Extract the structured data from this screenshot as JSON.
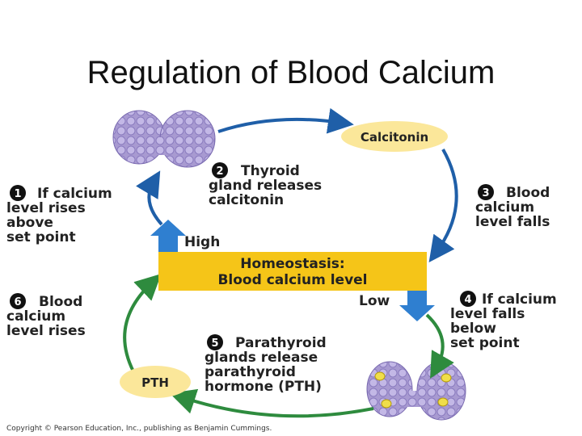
{
  "title": "Regulation of Blood Calcium",
  "center_box": {
    "line1": "Homeostasis:",
    "line2": "Blood calcium level"
  },
  "high_label": "High",
  "low_label": "Low",
  "hormones": {
    "calcitonin": "Calcitonin",
    "pth": "PTH"
  },
  "steps": [
    {
      "number": "1",
      "lines": [
        "If calcium",
        "level rises",
        "above",
        "set point"
      ]
    },
    {
      "number": "2",
      "lines": [
        "Thyroid",
        "gland releases",
        "calcitonin"
      ]
    },
    {
      "number": "3",
      "lines": [
        "Blood",
        "calcium",
        "level falls"
      ]
    },
    {
      "number": "4",
      "lines": [
        "If calcium",
        "level falls",
        "below",
        "set point"
      ]
    },
    {
      "number": "5",
      "lines": [
        "Parathyroid",
        "glands release",
        "parathyroid",
        "hormone (PTH)"
      ]
    },
    {
      "number": "6",
      "lines": [
        "Blood",
        "calcium",
        "level rises"
      ]
    }
  ],
  "copyright": "Copyright © Pearson Education, Inc., publishing as Benjamin Cummings.",
  "colors": {
    "box_fill": "#f5c518",
    "hormone_ellipse": "#fbe79a",
    "blue_arrow": "#1f5fa8",
    "green_arrow": "#2e8b3e",
    "gland_fill": "#a89ad1",
    "gland_lobule": "#c3b8e6",
    "parathyroid_spot": "#f0de4a"
  }
}
